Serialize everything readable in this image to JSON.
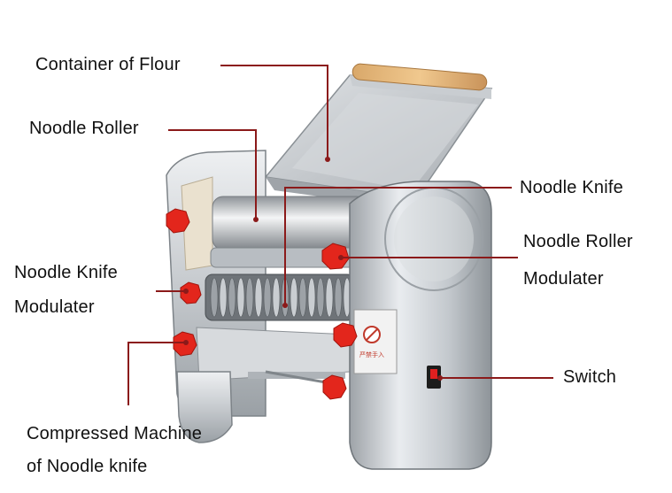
{
  "diagram": {
    "leader_color": "#8b1a1a",
    "labels": {
      "container_of_flour": "Container of Flour",
      "noodle_roller": "Noodle Roller",
      "noodle_knife": "Noodle Knife",
      "noodle_roller_modulater_line1": "Noodle Roller",
      "noodle_roller_modulater_line2": "Modulater",
      "noodle_knife_modulater_line1": "Noodle Knife",
      "noodle_knife_modulater_line2": "Modulater",
      "switch": "Switch",
      "compressed_machine_line1": "Compressed Machine",
      "compressed_machine_line2": "of Noodle knife"
    },
    "product_sticker_text": "严禁手入"
  }
}
